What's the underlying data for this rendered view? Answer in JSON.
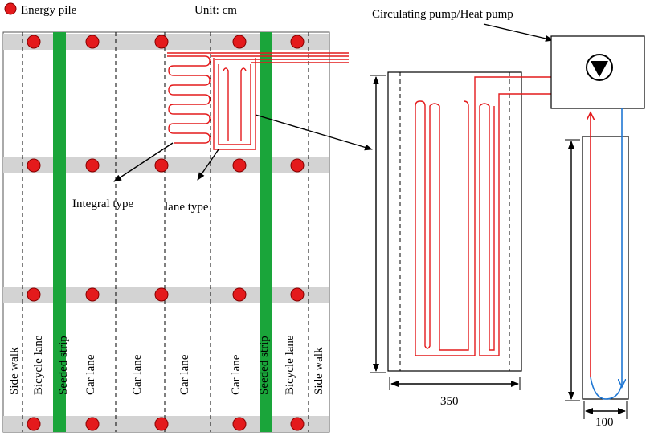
{
  "legend": {
    "label": "Energy pile",
    "marker_color": "#e41a1c"
  },
  "unit_label": "Unit: cm",
  "pump_label": "Circulating pump/Heat pump",
  "pipe_types": {
    "integral": "Integral type",
    "lane": "lane type"
  },
  "lanes": [
    "Side walk",
    "Bicycle lane",
    "Seeded strip",
    "Car lane",
    "Car lane",
    "Car lane",
    "Car lane",
    "Seeded strip",
    "Bicycle lane",
    "Side walk"
  ],
  "dimensions": {
    "slab_width": "350",
    "pile_width": "100"
  },
  "colors": {
    "seeded_strip": "#1aa53a",
    "pile": "#e41a1c",
    "pipe_red": "#e41a1c",
    "pipe_blue": "#1f77d4",
    "band": "#d3d3d3"
  }
}
